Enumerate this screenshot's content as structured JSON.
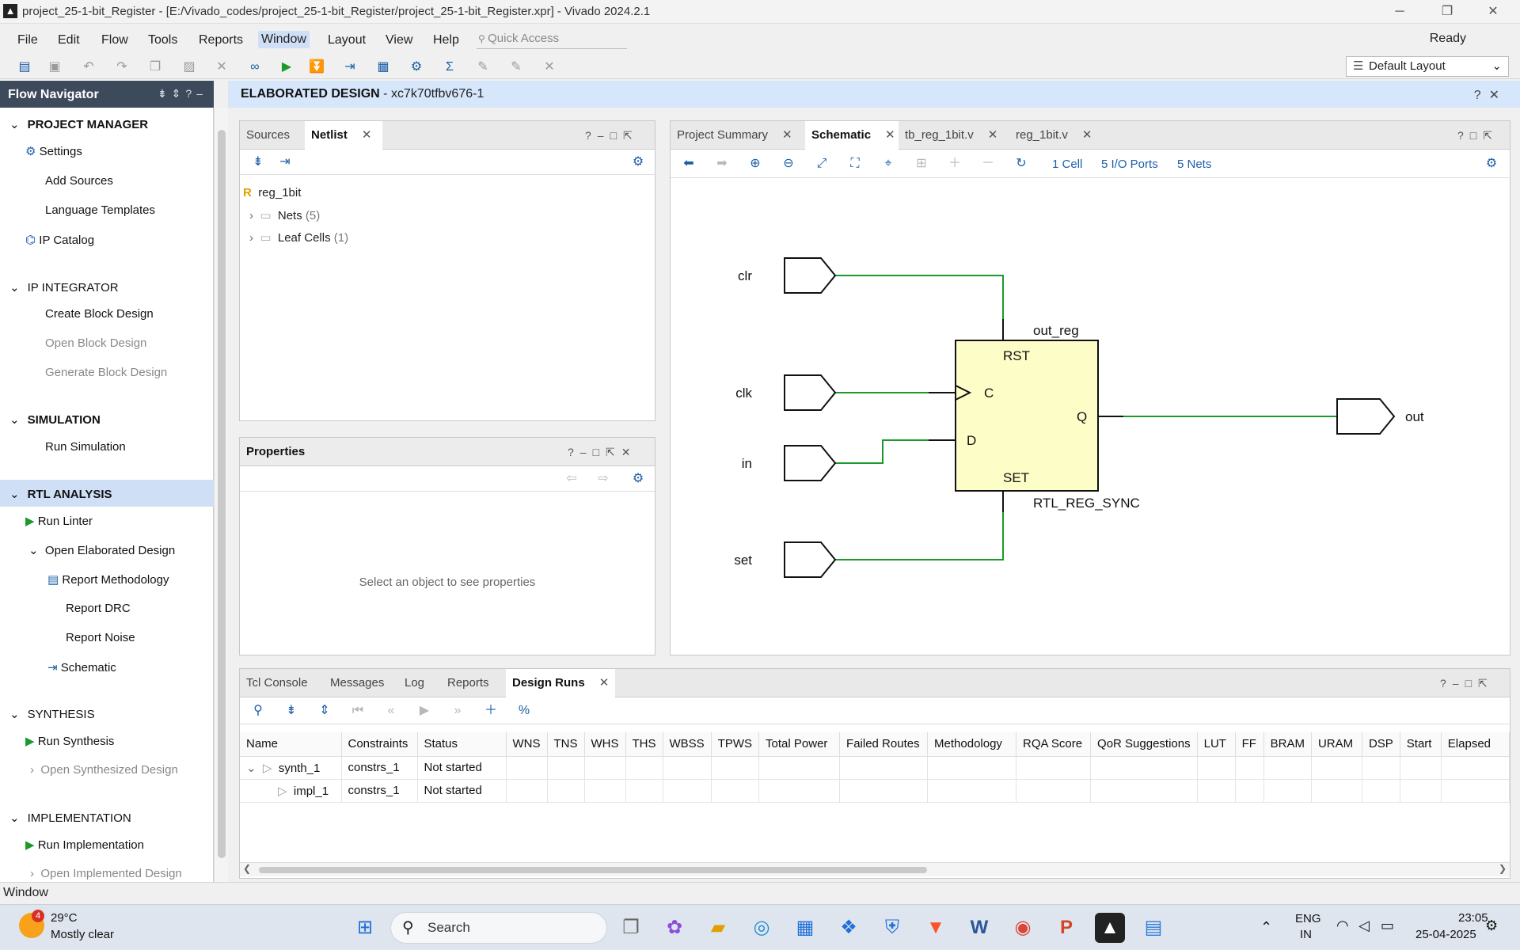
{
  "window": {
    "title": "project_25-1-bit_Register - [E:/Vivado_codes/project_25-1-bit_Register/project_25-1-bit_Register.xpr] - Vivado 2024.2.1",
    "status": "Ready"
  },
  "menu": [
    "File",
    "Edit",
    "Flow",
    "Tools",
    "Reports",
    "Window",
    "Layout",
    "View",
    "Help"
  ],
  "quick_access": "Quick Access",
  "layout_select": "Default Layout",
  "flow_nav": {
    "title": "Flow Navigator",
    "project_manager": {
      "title": "PROJECT MANAGER",
      "items": [
        "Settings",
        "Add Sources",
        "Language Templates",
        "IP Catalog"
      ]
    },
    "ip_integrator": {
      "title": "IP INTEGRATOR",
      "items": [
        "Create Block Design",
        "Open Block Design",
        "Generate Block Design"
      ]
    },
    "simulation": {
      "title": "SIMULATION",
      "items": [
        "Run Simulation"
      ]
    },
    "rtl": {
      "title": "RTL ANALYSIS",
      "run_linter": "Run Linter",
      "open_elab": "Open Elaborated Design",
      "report_methodology": "Report Methodology",
      "report_drc": "Report DRC",
      "report_noise": "Report Noise",
      "schematic": "Schematic"
    },
    "synthesis": {
      "title": "SYNTHESIS",
      "run": "Run Synthesis",
      "open": "Open Synthesized Design"
    },
    "implementation": {
      "title": "IMPLEMENTATION",
      "run": "Run Implementation",
      "open": "Open Implemented Design"
    }
  },
  "elab": {
    "title": "ELABORATED DESIGN",
    "part": "- xc7k70tfbv676-1"
  },
  "netlist": {
    "tabs": [
      "Sources",
      "Netlist"
    ],
    "top": "reg_1bit",
    "nets_label": "Nets",
    "nets_count": "(5)",
    "cells_label": "Leaf Cells",
    "cells_count": "(1)"
  },
  "properties": {
    "title": "Properties",
    "empty": "Select an object to see properties"
  },
  "schematic": {
    "tabs": [
      "Project Summary",
      "Schematic",
      "tb_reg_1bit.v",
      "reg_1bit.v"
    ],
    "cells": "1 Cell",
    "ports": "5 I/O Ports",
    "nets": "5 Nets",
    "inputs": [
      "clr",
      "clk",
      "in",
      "set"
    ],
    "output": "out",
    "inst_name": "out_reg",
    "cell_type": "RTL_REG_SYNC",
    "pins": {
      "rst": "RST",
      "c": "C",
      "d": "D",
      "q": "Q",
      "set": "SET"
    },
    "colors": {
      "wire": "#1a9a2a",
      "cell_fill": "#fdfdc8"
    }
  },
  "bottom": {
    "tabs": [
      "Tcl Console",
      "Messages",
      "Log",
      "Reports",
      "Design Runs"
    ],
    "columns": [
      "Name",
      "Constraints",
      "Status",
      "WNS",
      "TNS",
      "WHS",
      "THS",
      "WBSS",
      "TPWS",
      "Total Power",
      "Failed Routes",
      "Methodology",
      "RQA Score",
      "QoR Suggestions",
      "LUT",
      "FF",
      "BRAM",
      "URAM",
      "DSP",
      "Start",
      "Elapsed"
    ],
    "rows": [
      {
        "name": "synth_1",
        "constraints": "constrs_1",
        "status": "Not started"
      },
      {
        "name": "impl_1",
        "constraints": "constrs_1",
        "status": "Not started"
      }
    ]
  },
  "statusbar": "Window",
  "taskbar": {
    "weather_temp": "29°C",
    "weather_text": "Mostly clear",
    "weather_badge": "4",
    "search": "Search",
    "lang1": "ENG",
    "lang2": "IN",
    "time": "23:05",
    "date": "25-04-2025"
  }
}
